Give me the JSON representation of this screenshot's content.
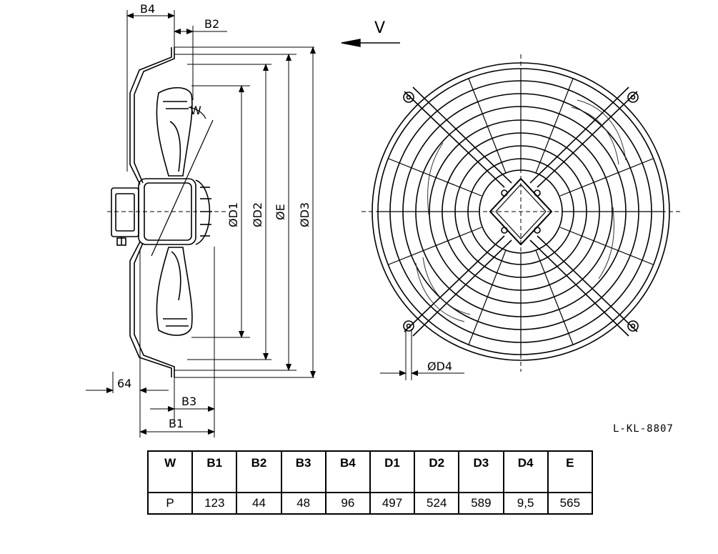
{
  "drawing": {
    "title_view_arrow": "V",
    "labels": {
      "b4": "B4",
      "b2": "B2",
      "w": "W",
      "d1": "ØD1",
      "d2": "ØD2",
      "e": "ØE",
      "d3": "ØD3",
      "d4": "ØD4",
      "dim64": "64",
      "b3": "B3",
      "b1": "B1"
    },
    "reference": "L-KL-8807"
  },
  "table": {
    "headers": [
      "W",
      "B1",
      "B2",
      "B3",
      "B4",
      "D1",
      "D2",
      "D3",
      "D4",
      "E"
    ],
    "values": [
      "P",
      "123",
      "44",
      "48",
      "96",
      "497",
      "524",
      "589",
      "9,5",
      "565"
    ]
  }
}
